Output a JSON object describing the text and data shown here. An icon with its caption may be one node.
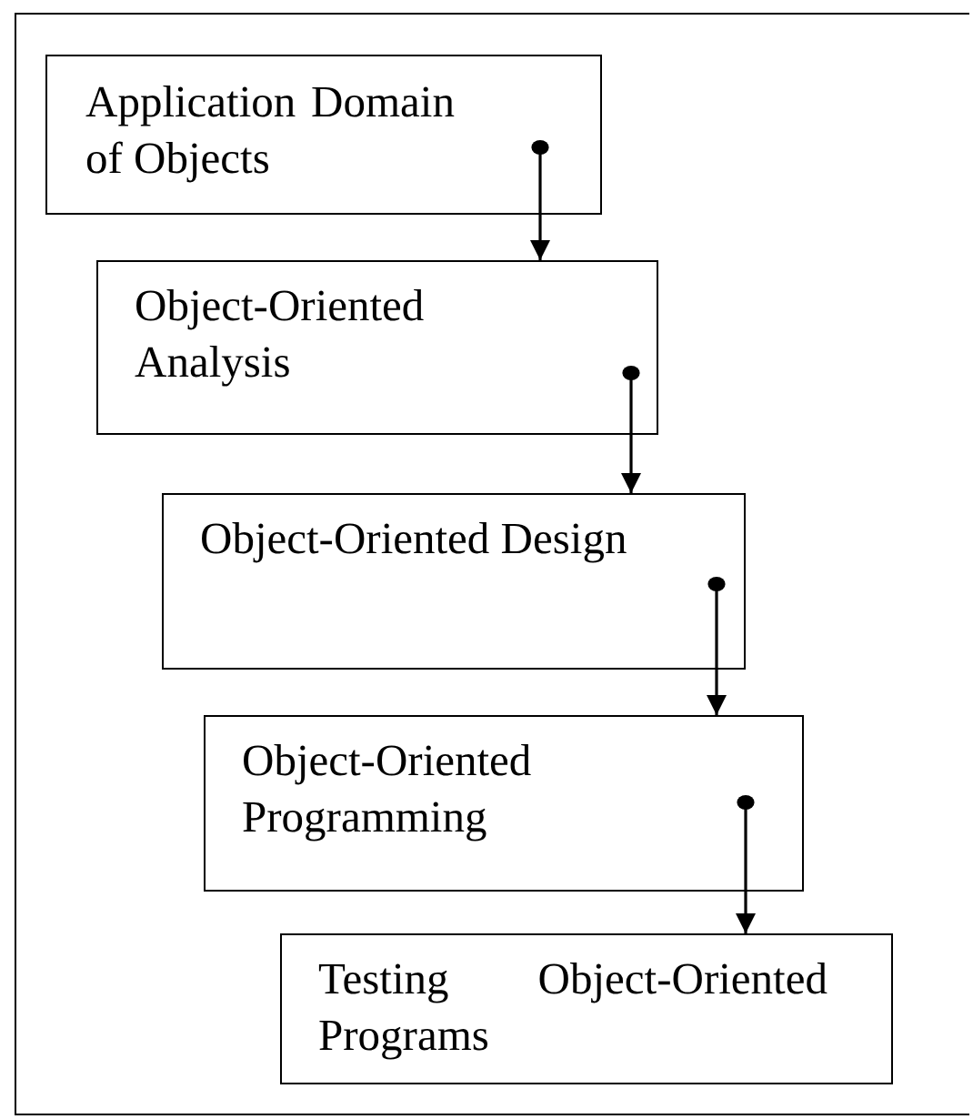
{
  "diagram": {
    "nodes": [
      {
        "text": [
          "Application Domain of Objects"
        ]
      },
      {
        "text": [
          "Object-Oriented Analysis"
        ]
      },
      {
        "text": [
          "Object-Oriented Design"
        ]
      },
      {
        "text": [
          "Object-Oriented Programming"
        ]
      },
      {
        "text": [
          "Testing Object-Oriented Programs"
        ]
      }
    ],
    "edges": [
      {
        "from": 0,
        "to": 1,
        "arrow": "to"
      },
      {
        "from": 1,
        "to": 2,
        "arrow": "to"
      },
      {
        "from": 2,
        "to": 3,
        "arrow": "to"
      },
      {
        "from": 3,
        "to": 4,
        "arrow": "to"
      }
    ]
  }
}
